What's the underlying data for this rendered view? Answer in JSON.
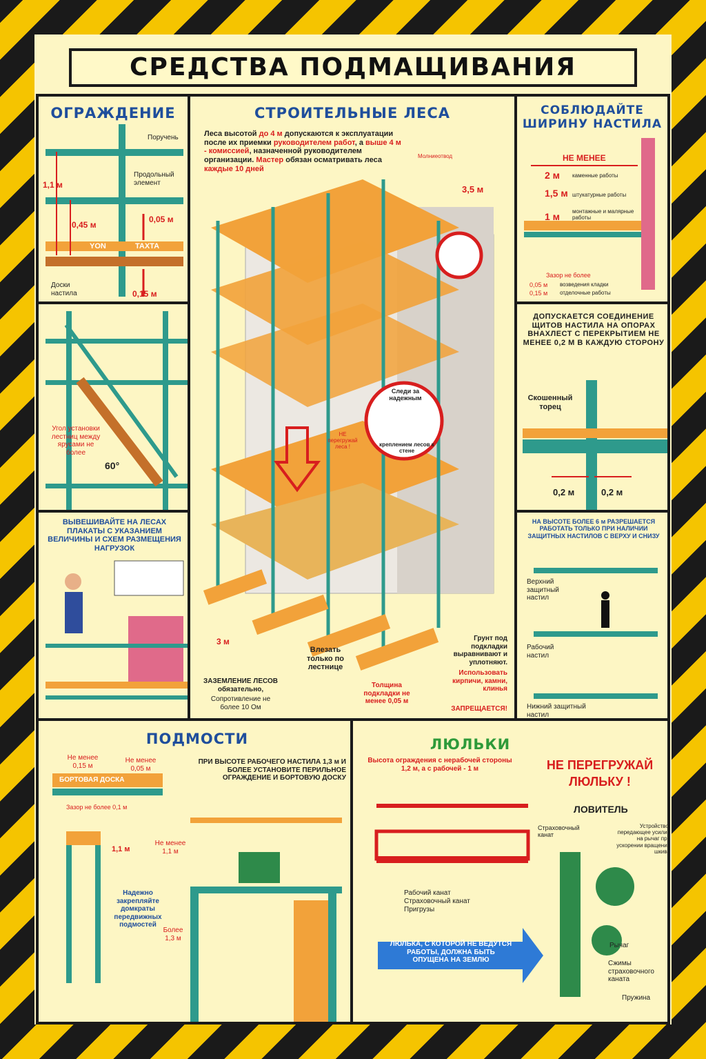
{
  "title": "СРЕДСТВА ПОДМАЩИВАНИЯ",
  "fence": {
    "title": "ОГРАЖДЕНИЕ",
    "handrail": "Поручень",
    "longitudinal": "Продольный элемент",
    "h1": "1,1 м",
    "h2": "0,45 м",
    "h3": "0,05 м",
    "board_left": "YON",
    "board_right": "TAXTA",
    "boards": "Доски настила",
    "h4": "0,15 м"
  },
  "ladder": {
    "angle_text": "Угол установки лестниц между ярусами не более",
    "angle": "60°"
  },
  "posters": {
    "text": "ВЫВЕШИВАЙТЕ НА ЛЕСАХ ПЛАКАТЫ С УКАЗАНИЕМ ВЕЛИЧИНЫ И СХЕМ РАЗМЕЩЕНИЯ НАГРУЗОК"
  },
  "scaffold": {
    "title": "СТРОИТЕЛЬНЫЕ ЛЕСА",
    "intro_1": "Леса высотой",
    "intro_2": "до 4 м",
    "intro_3": "допускаются к эксплуатации после их приемки",
    "intro_4": "руководителем работ",
    "intro_5": ", а",
    "intro_6": "выше 4 м - комиссией",
    "intro_7": ", назначенной руководителем организации.",
    "intro_8": "Мастер",
    "intro_9": "обязан осматривать леса",
    "intro_10": "каждые 10 дней",
    "lightning": "Молниеотвод",
    "height_35": "3,5 м",
    "anchor_top": "Следи за надежным",
    "anchor_bottom": "креплением лесов к стене",
    "no_overload": "НЕ перегружай леса !",
    "height_3": "3 м",
    "grounding": "ЗАЗЕМЛЕНИЕ ЛЕСОВ обязательно,",
    "resistance": "Сопротивление не более 10 Ом",
    "climb": "Влезать только по лестнице",
    "pad_thickness": "Толщина подкладки не менее 0,05 м",
    "ground_text": "Грунт под подкладки выравнивают и уплотняют.",
    "forbidden_text": "Использовать кирпичи, камни, клинья",
    "forbidden": "ЗАПРЕЩАЕТСЯ!"
  },
  "width": {
    "title": "СОБЛЮДАЙТЕ ШИРИНУ НАСТИЛА",
    "min": "НЕ МЕНЕЕ",
    "w1": "2 м",
    "w1_label": "каменные работы",
    "w2": "1,5 м",
    "w2_label": "штукатурные работы",
    "w3": "1 м",
    "w3_label": "монтажные и малярные работы",
    "gap": "Зазор не более",
    "g1": "0,05 м",
    "g1_label": "возведения кладки",
    "g2": "0,15 м",
    "g2_label": "отделочные работы"
  },
  "overlap": {
    "title": "ДОПУСКАЕТСЯ СОЕДИНЕНИЕ ЩИТОВ НАСТИЛА НА ОПОРАХ ВНАХЛЕСТ С ПЕРЕКРЫТИЕМ НЕ МЕНЕЕ 0,2 М В КАЖДУЮ СТОРОНУ",
    "bevel": "Скошенный торец",
    "d1": "0,2 м",
    "d2": "0,2 м"
  },
  "protective": {
    "title": "НА ВЫСОТЕ БОЛЕЕ 6 м РАЗРЕШАЕТСЯ РАБОТАТЬ ТОЛЬКО ПРИ НАЛИЧИИ ЗАЩИТНЫХ НАСТИЛОВ С ВЕРХУ И СНИЗУ",
    "upper": "Верхний защитный настил",
    "work": "Рабочий настил",
    "lower": "Нижний защитный настил"
  },
  "podmosti": {
    "title": "ПОДМОСТИ",
    "min1": "Не менее 0,15 м",
    "min2": "Не менее 0,05 м",
    "board": "БОРТОВАЯ ДОСКА",
    "gap": "Зазор не более 0,1 м",
    "h11": "1,1 м",
    "note": "ПРИ ВЫСОТЕ РАБОЧЕГО НАСТИЛА 1,3 м И БОЛЕЕ УСТАНОВИТЕ ПЕРИЛЬНОЕ ОГРАЖДЕНИЕ И БОРТОВУЮ ДОСКУ",
    "min11": "Не менее 1,1 м",
    "more13": "Более 1,3 м",
    "jacks": "Надежно закрепляйте домкраты передвижных подмостей"
  },
  "cradle": {
    "title": "ЛЮЛЬКИ",
    "fence_height": "Высота ограждения с нерабочей стороны 1,2 м, а с рабочей - 1 м",
    "no_overload": "НЕ ПЕРЕГРУЖАЙ ЛЮЛЬКУ !",
    "catcher": "ЛОВИТЕЛЬ",
    "safety_rope": "Страховочный канат",
    "device": "Устройство, передающее усилие на рычаг при ускорении вращения шкива",
    "work_rope": "Рабочий канат",
    "safety_rope2": "Страховочный канат",
    "weights": "Пригрузы",
    "lower_note": "ЛЮЛЬКА, С КОТОРОЙ НЕ ВЕДУТСЯ РАБОТЫ, ДОЛЖНА БЫТЬ ОПУЩЕНА НА ЗЕМЛЮ",
    "lever": "Рычаг",
    "clamps": "Сжимы страховочного каната",
    "spring": "Пружина"
  },
  "colors": {
    "accent": "#1f4e9c",
    "danger": "#d81e1e",
    "pipe": "#2e9a8c",
    "deck": "#f2a23a",
    "stripe": "#f5c400"
  }
}
